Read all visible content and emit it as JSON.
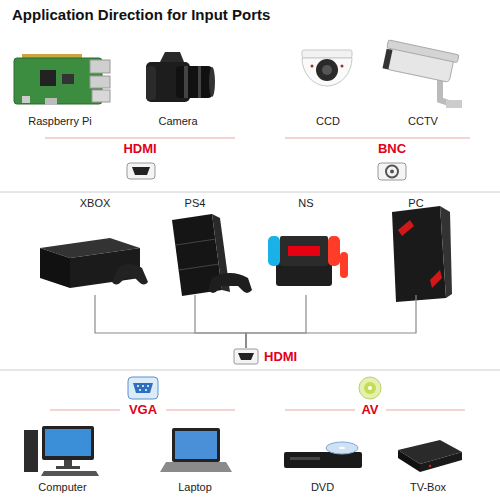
{
  "diagram": {
    "title": "Application Direction for Input Ports",
    "nodes": [
      {
        "text": [
          "Raspberry Pi"
        ]
      },
      {
        "text": [
          "Camera"
        ]
      },
      {
        "text": [
          "CCD"
        ]
      },
      {
        "text": [
          "CCTV"
        ]
      },
      {
        "text": [
          "HDMI"
        ]
      },
      {
        "text": [
          "BNC"
        ]
      },
      {
        "text": [
          "XBOX"
        ]
      },
      {
        "text": [
          "PS4"
        ]
      },
      {
        "text": [
          "NS"
        ]
      },
      {
        "text": [
          "PC"
        ]
      },
      {
        "text": [
          "HDMI"
        ]
      },
      {
        "text": [
          "VGA"
        ]
      },
      {
        "text": [
          "AV"
        ]
      },
      {
        "text": [
          "Computer"
        ]
      },
      {
        "text": [
          "Laptop"
        ]
      },
      {
        "text": [
          "DVD"
        ]
      },
      {
        "text": [
          "TV-Box"
        ]
      }
    ],
    "edges": [
      {
        "from": 6,
        "to": 10,
        "arrow": "none"
      },
      {
        "from": 7,
        "to": 10,
        "arrow": "none"
      },
      {
        "from": 8,
        "to": 10,
        "arrow": "none"
      },
      {
        "from": 9,
        "to": 10,
        "arrow": "none"
      }
    ]
  }
}
